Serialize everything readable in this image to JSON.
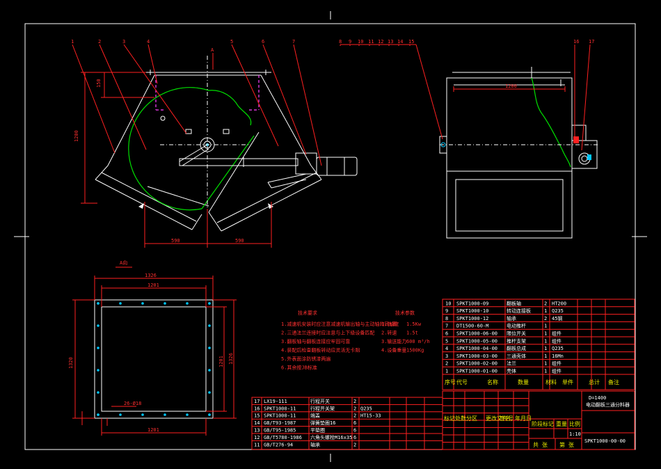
{
  "balloons_left": [
    "1",
    "2",
    "3",
    "4",
    "5",
    "6",
    "7"
  ],
  "balloons_right": [
    "8",
    "9",
    "10",
    "11",
    "12",
    "13",
    "14",
    "15"
  ],
  "balloons_far_right": [
    "16",
    "17"
  ],
  "section_label": "A",
  "dims": {
    "front_height": "1200",
    "front_top": "150",
    "front_bottom_left": "590",
    "front_bottom_right": "590",
    "side_width": "1200",
    "plan_top_outer": "1326",
    "plan_top_inner": "1201",
    "plan_left": "1320",
    "plan_right_inner": "1201",
    "plan_right_outer": "1326",
    "plan_bottom": "1201",
    "plan_hole": "26-Ø18"
  },
  "view_label": "A向",
  "notes": {
    "title": "技术要求",
    "lines": [
      "1.减速机安装时应注意减速机输出轴与主动轴的同轴度",
      "2.三通法兰连接时应注意与上下级设备匹配",
      "3.翻板轴与翻板连接应牢固可靠",
      "4.装配后检查翻板转动应灵活无卡阻",
      "5.外表面涂防锈漆两遍",
      "6.其余按JB标准"
    ]
  },
  "specs": {
    "title": "技术参数",
    "lines": [
      {
        "k": "1.功率",
        "v": "1.5Kw"
      },
      {
        "k": "2.转速",
        "v": "1.5t"
      },
      {
        "k": "3.输送能力",
        "v": "600 m³/h"
      },
      {
        "k": "4.设备重量",
        "v": "1500Kg"
      }
    ]
  },
  "parts_right": [
    {
      "no": "10",
      "code": "SPKT1000-09",
      "name": "翻板轴",
      "qty": "2",
      "mat": "HT200"
    },
    {
      "no": "9",
      "code": "SPKT1000-10",
      "name": "转动连接板",
      "qty": "1",
      "mat": "Q235"
    },
    {
      "no": "8",
      "code": "SPKT1000-12",
      "name": "轴承",
      "qty": "2",
      "mat": "45钢"
    },
    {
      "no": "7",
      "code": "DT1500-60-M",
      "name": "电动推杆",
      "qty": "1",
      "mat": ""
    },
    {
      "no": "6",
      "code": "SPKT1000-06-00",
      "name": "限位开关",
      "qty": "1",
      "mat": "组件"
    },
    {
      "no": "5",
      "code": "SPKT1000-05-00",
      "name": "推杆支架",
      "qty": "1",
      "mat": "组件"
    },
    {
      "no": "4",
      "code": "SPKT1000-04-00",
      "name": "翻板总成",
      "qty": "1",
      "mat": "Q235"
    },
    {
      "no": "3",
      "code": "SPKT1000-03-00",
      "name": "三通壳体",
      "qty": "1",
      "mat": "16Mn"
    },
    {
      "no": "2",
      "code": "SPKT1000-02-00",
      "name": "法兰",
      "qty": "1",
      "mat": "组件"
    },
    {
      "no": "1",
      "code": "SPKT1000-01-00",
      "name": "壳体",
      "qty": "1",
      "mat": "组件"
    }
  ],
  "parts_right_header": [
    "序号",
    "代号",
    "名称",
    "数量",
    "材料",
    "单件",
    "总计",
    "备注"
  ],
  "parts_left": [
    {
      "no": "17",
      "code": "LX19-111",
      "name": "行程开关",
      "qty": "2",
      "mat": ""
    },
    {
      "no": "16",
      "code": "SPKT1000-11",
      "name": "行程开关架",
      "qty": "2",
      "mat": "Q235"
    },
    {
      "no": "15",
      "code": "SPKT1000-11",
      "name": "端盖",
      "qty": "2",
      "mat": "HT15-33"
    },
    {
      "no": "14",
      "code": "GB/T93-1987",
      "name": "弹簧垫圈16",
      "qty": "6",
      "mat": ""
    },
    {
      "no": "13",
      "code": "GB/T95-1985",
      "name": "平垫圈",
      "qty": "6",
      "mat": ""
    },
    {
      "no": "12",
      "code": "GB/T5780-1986",
      "name": "六角头螺栓M16x35",
      "qty": "6",
      "mat": ""
    },
    {
      "no": "11",
      "code": "GB/T276-94",
      "name": "轴承",
      "qty": "2",
      "mat": ""
    }
  ],
  "title_block": {
    "product": "D=1400",
    "name": "电动翻板三通分料器",
    "drawing_no": "SPKT1000-00-00",
    "labels": [
      "标记",
      "处数",
      "分区",
      "更改文件号",
      "签名",
      "年月日"
    ],
    "stage_label": "阶段标记",
    "weight_label": "重量",
    "scale_label": "比例",
    "scale": "1:10",
    "sheet_a": "共 张",
    "sheet_b": "第 张"
  },
  "colors": {
    "frame": "#ffffff",
    "dimension": "#ff2020",
    "plate": "#00e000",
    "hole": "#00c8ff",
    "hidden": "#ff40ff",
    "text": "#ffffff"
  }
}
